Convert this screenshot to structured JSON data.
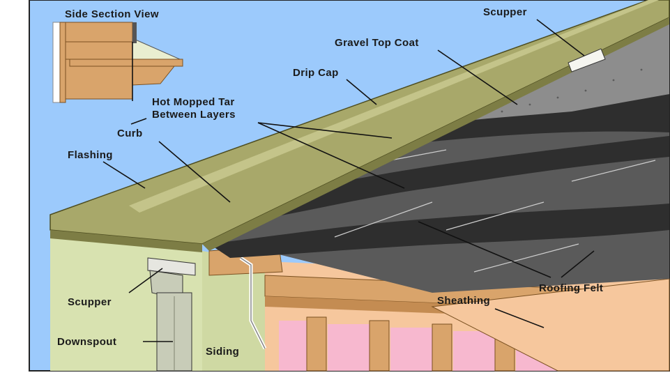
{
  "diagram": {
    "labels": {
      "side_section_view": "Side Section View",
      "scupper_top": "Scupper",
      "gravel_top_coat": "Gravel Top Coat",
      "drip_cap": "Drip Cap",
      "hot_mopped_tar_line1": "Hot Mopped Tar",
      "hot_mopped_tar_line2": "Between Layers",
      "curb": "Curb",
      "flashing": "Flashing",
      "scupper_bottom": "Scupper",
      "roofing_felt": "Roofing Felt",
      "sheathing": "Sheathing",
      "downspout": "Downspout",
      "siding": "Siding"
    }
  },
  "colors": {
    "sky": "#9ccafc",
    "flashing": "#a8a86a",
    "flashing_dark": "#7d7d45",
    "felt_light": "#5a5a5a",
    "felt_dark": "#2e2e2e",
    "gravel": "#8d8d8d",
    "wood": "#d9a46b",
    "sheathing": "#f6c79d",
    "insulation": "#f7b8cf",
    "siding": "#d8e2b0"
  }
}
